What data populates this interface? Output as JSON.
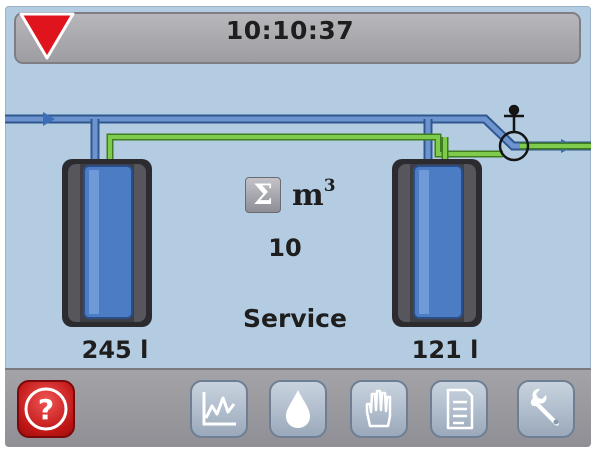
{
  "header": {
    "time": "10:10:37",
    "alarm_icon": "red-down-triangle-icon"
  },
  "center": {
    "sum_symbol": "Σ",
    "unit_base": "m",
    "unit_exponent": "3",
    "total_value": "10",
    "mode": "Service"
  },
  "tanks": {
    "left": {
      "level": "245 l"
    },
    "right": {
      "level": "121 l"
    }
  },
  "colors": {
    "background": "#b4cce2",
    "water_line": "#4f79b8",
    "green_line": "#6cb43c",
    "tank_fill": "#4c7cc4",
    "alarm": "#e0141c"
  },
  "toolbar": {
    "buttons": [
      {
        "icon": "help-icon",
        "label": "?"
      },
      {
        "icon": "trend-chart-icon"
      },
      {
        "icon": "water-drop-icon"
      },
      {
        "icon": "hand-icon"
      },
      {
        "icon": "document-icon"
      },
      {
        "icon": "wrench-icon"
      }
    ]
  }
}
